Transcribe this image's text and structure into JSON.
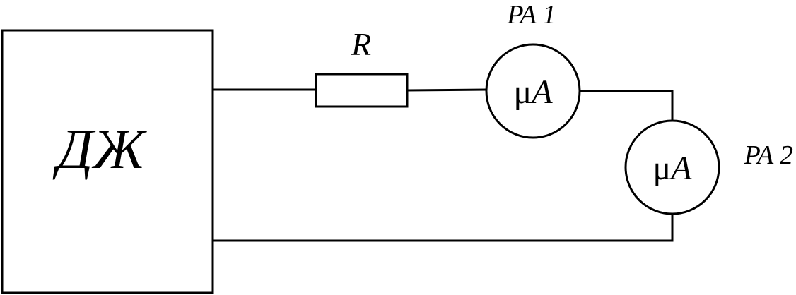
{
  "diagram": {
    "source": {
      "label": "ДЖ"
    },
    "resistor": {
      "label": "R"
    },
    "meter1": {
      "label": "PA 1",
      "unit_prefix": "μ",
      "unit": "A"
    },
    "meter2": {
      "label": "PA 2",
      "unit_prefix": "μ",
      "unit": "A"
    },
    "colors": {
      "stroke": "#000000",
      "background": "#ffffff"
    }
  }
}
